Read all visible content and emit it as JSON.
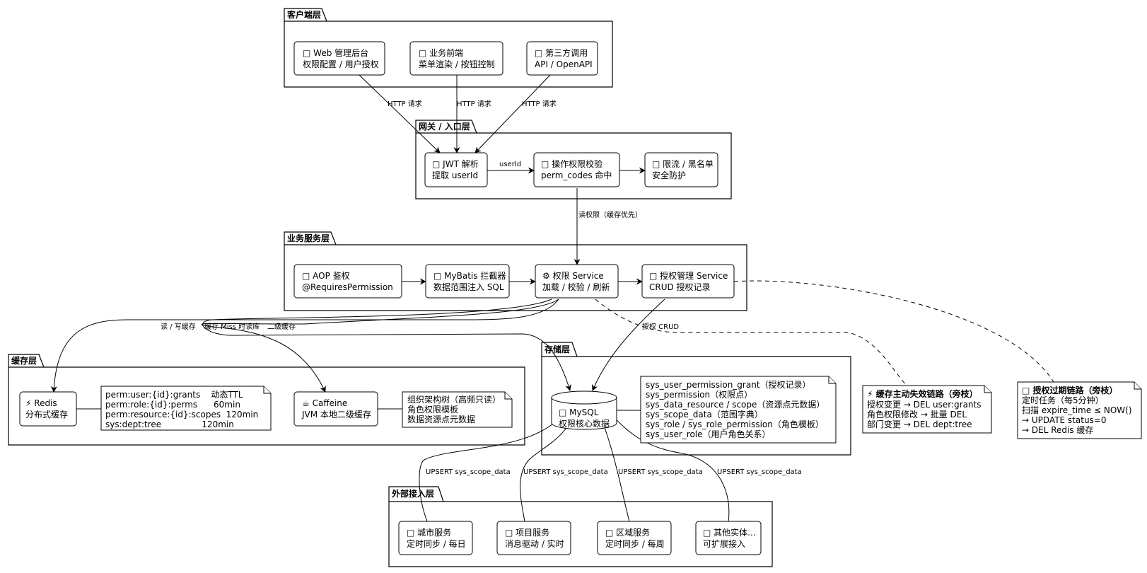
{
  "packages": {
    "client": "客户端层",
    "gateway": "网关 / 入口层",
    "service": "业务服务层",
    "cache": "缓存层",
    "storage": "存储层",
    "external": "外部接入层"
  },
  "nodes": {
    "web_admin": {
      "line1": "Web 管理后台",
      "line2": "权限配置 / 用户授权"
    },
    "biz_front": {
      "line1": "业务前端",
      "line2": "菜单渲染 / 按钮控制"
    },
    "third_party": {
      "line1": "第三方调用",
      "line2": "API / OpenAPI"
    },
    "jwt": {
      "line1": "JWT 解析",
      "line2": "提取 userId"
    },
    "op_check": {
      "line1": "操作权限校验",
      "line2": "perm_codes 命中"
    },
    "ratelimit": {
      "line1": "限流 / 黑名单",
      "line2": "安全防护"
    },
    "aop": {
      "line1": "AOP 鉴权",
      "line2": "@RequiresPermission"
    },
    "mybatis": {
      "line1": "MyBatis 拦截器",
      "line2": "数据范围注入 SQL"
    },
    "perm_service": {
      "line1": "权限 Service",
      "line2": "加载 / 校验 / 刷新"
    },
    "grant_service": {
      "line1": "授权管理 Service",
      "line2": "CRUD 授权记录"
    },
    "redis": {
      "line1": "Redis",
      "line2": "分布式缓存"
    },
    "caffeine": {
      "line1": "Caffeine",
      "line2": "JVM 本地二级缓存"
    },
    "mysql": {
      "line1": "MySQL",
      "line2": "权限核心数据"
    },
    "city": {
      "line1": "城市服务",
      "line2": "定时同步 / 每日"
    },
    "project": {
      "line1": "项目服务",
      "line2": "消息驱动 / 实时"
    },
    "region": {
      "line1": "区域服务",
      "line2": "定时同步 / 每周"
    },
    "other": {
      "line1": "其他实体...",
      "line2": "可扩展接入"
    }
  },
  "notes": {
    "redis_keys": [
      "perm:user:{id}:grants    动态TTL",
      "perm:role:{id}:perms      60min",
      "perm:resource:{id}:scopes  120min",
      "sys:dept:tree               120min"
    ],
    "caffeine_items": [
      "组织架构树（高频只读）",
      "角色权限模板",
      "数据资源点元数据"
    ],
    "mysql_tables": [
      "sys_user_permission_grant（授权记录）",
      "sys_permission（权限点）",
      "sys_data_resource / scope（资源点元数据）",
      "sys_scope_data（范围字典）",
      "sys_role / sys_role_permission（角色模板）",
      "sys_user_role（用户角色关系）"
    ],
    "invalidation": {
      "title": "缓存主动失效链路（旁枝）",
      "lines": [
        "授权变更 → DEL user:grants",
        "角色权限修改 → 批量 DEL",
        "部门变更 → DEL dept:tree"
      ]
    },
    "expiry": {
      "title": "授权过期链路（旁枝）",
      "lines": [
        "定时任务（每5分钟）",
        "扫描 expire_time ≤ NOW()",
        "→ UPDATE status=0",
        "→ DEL Redis 缓存"
      ]
    }
  },
  "edge_labels": {
    "http1": "HTTP 请求",
    "http2": "HTTP 请求",
    "http3": "HTTP 请求",
    "userid": "userId",
    "read_perm": "读权限（缓存优先）",
    "rw_cache": "读 / 写缓存",
    "cache_miss": "缓存 Miss 时读库",
    "l2_cache": "二级缓存",
    "grant_crud": "授权 CRUD",
    "upsert1": "UPSERT sys_scope_data",
    "upsert2": "UPSERT sys_scope_data",
    "upsert3": "UPSERT sys_scope_data",
    "upsert4": "UPSERT sys_scope_data"
  },
  "icons": {
    "missing_glyph": "□",
    "lightning": "⚡",
    "gear": "⚙",
    "coffee": "☕"
  }
}
